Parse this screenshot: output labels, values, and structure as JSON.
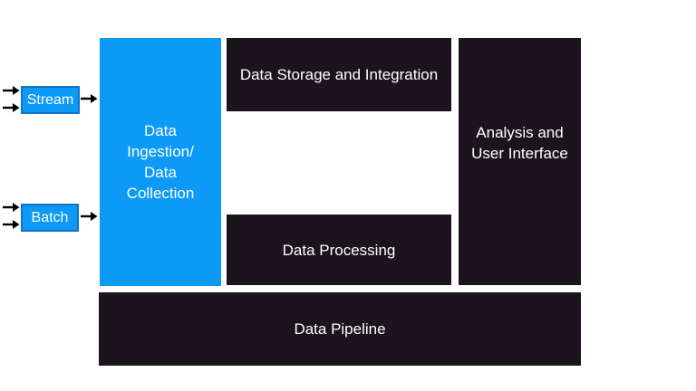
{
  "diagram": {
    "colors": {
      "canvas-bg": "#ffffff",
      "node-blue": "#0d99f6",
      "node-blue-border": "#1272c4",
      "node-black": "#1b141c",
      "node-text": "#ffffff",
      "arrow-color": "#000000"
    },
    "nodes": {
      "stream": {
        "label": "Stream"
      },
      "batch": {
        "label": "Batch"
      },
      "ingestion": {
        "label": "Data Ingestion/ Data Collection",
        "lines": [
          "Data",
          "Ingestion/",
          "Data",
          "Collection"
        ]
      },
      "storage": {
        "label": "Data Storage and Integration"
      },
      "processing": {
        "label": "Data Processing"
      },
      "analysis": {
        "label": "Analysis and User Interface",
        "lines": [
          "Analysis and",
          "User Interface"
        ]
      },
      "pipeline": {
        "label": "Data Pipeline"
      }
    },
    "arrows": {
      "icon": "arrow-right",
      "instances": [
        "stream-input-1",
        "stream-input-2",
        "stream-to-ingestion",
        "batch-input-1",
        "batch-input-2",
        "batch-to-ingestion"
      ]
    }
  }
}
